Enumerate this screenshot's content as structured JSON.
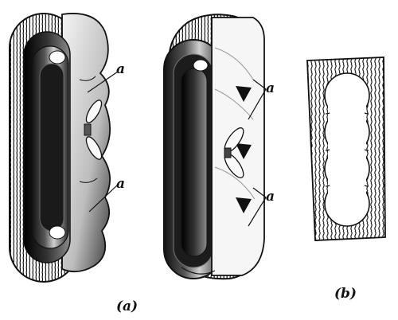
{
  "figure": {
    "panel_a": {
      "caption": "(a)",
      "callouts": [
        "a",
        "a",
        "a",
        "a"
      ]
    },
    "panel_b": {
      "caption": "(b)"
    }
  },
  "colors": {
    "ink": "#111111",
    "paper": "#ffffff",
    "mid_gray": "#9a9a9a",
    "light_gray": "#d8d8d8"
  }
}
